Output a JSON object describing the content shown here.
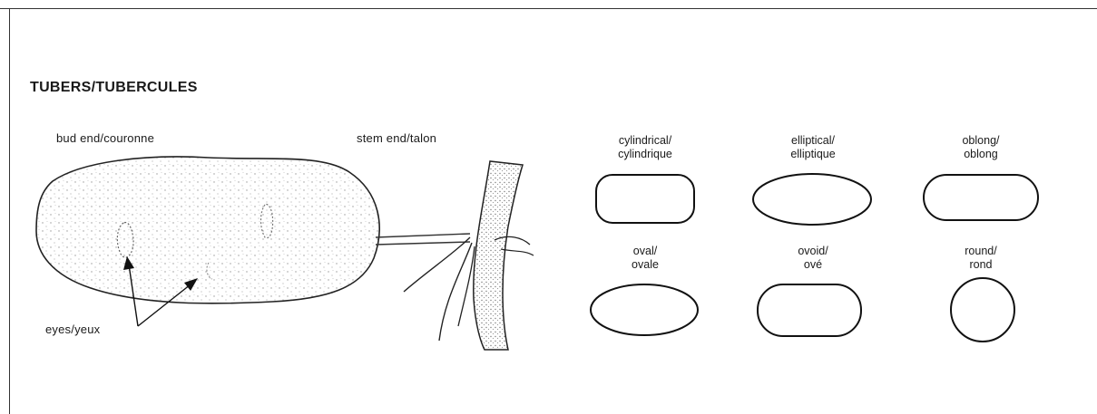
{
  "title": "TUBERS/TUBERCULES",
  "tuber_labels": {
    "bud_end": "bud end/couronne",
    "stem_end": "stem end/talon",
    "eyes": "eyes/yeux"
  },
  "shapes": [
    {
      "line1": "cylindrical/",
      "line2": "cylindrique",
      "kind": "cylindrical-shape"
    },
    {
      "line1": "elliptical/",
      "line2": "elliptique",
      "kind": "elliptical-shape"
    },
    {
      "line1": "oblong/",
      "line2": "oblong",
      "kind": "oblong-shape"
    },
    {
      "line1": "oval/",
      "line2": "ovale",
      "kind": "oval-shape"
    },
    {
      "line1": "ovoid/",
      "line2": "ové",
      "kind": "ovoid-shape"
    },
    {
      "line1": "round/",
      "line2": "rond",
      "kind": "round-shape"
    }
  ]
}
